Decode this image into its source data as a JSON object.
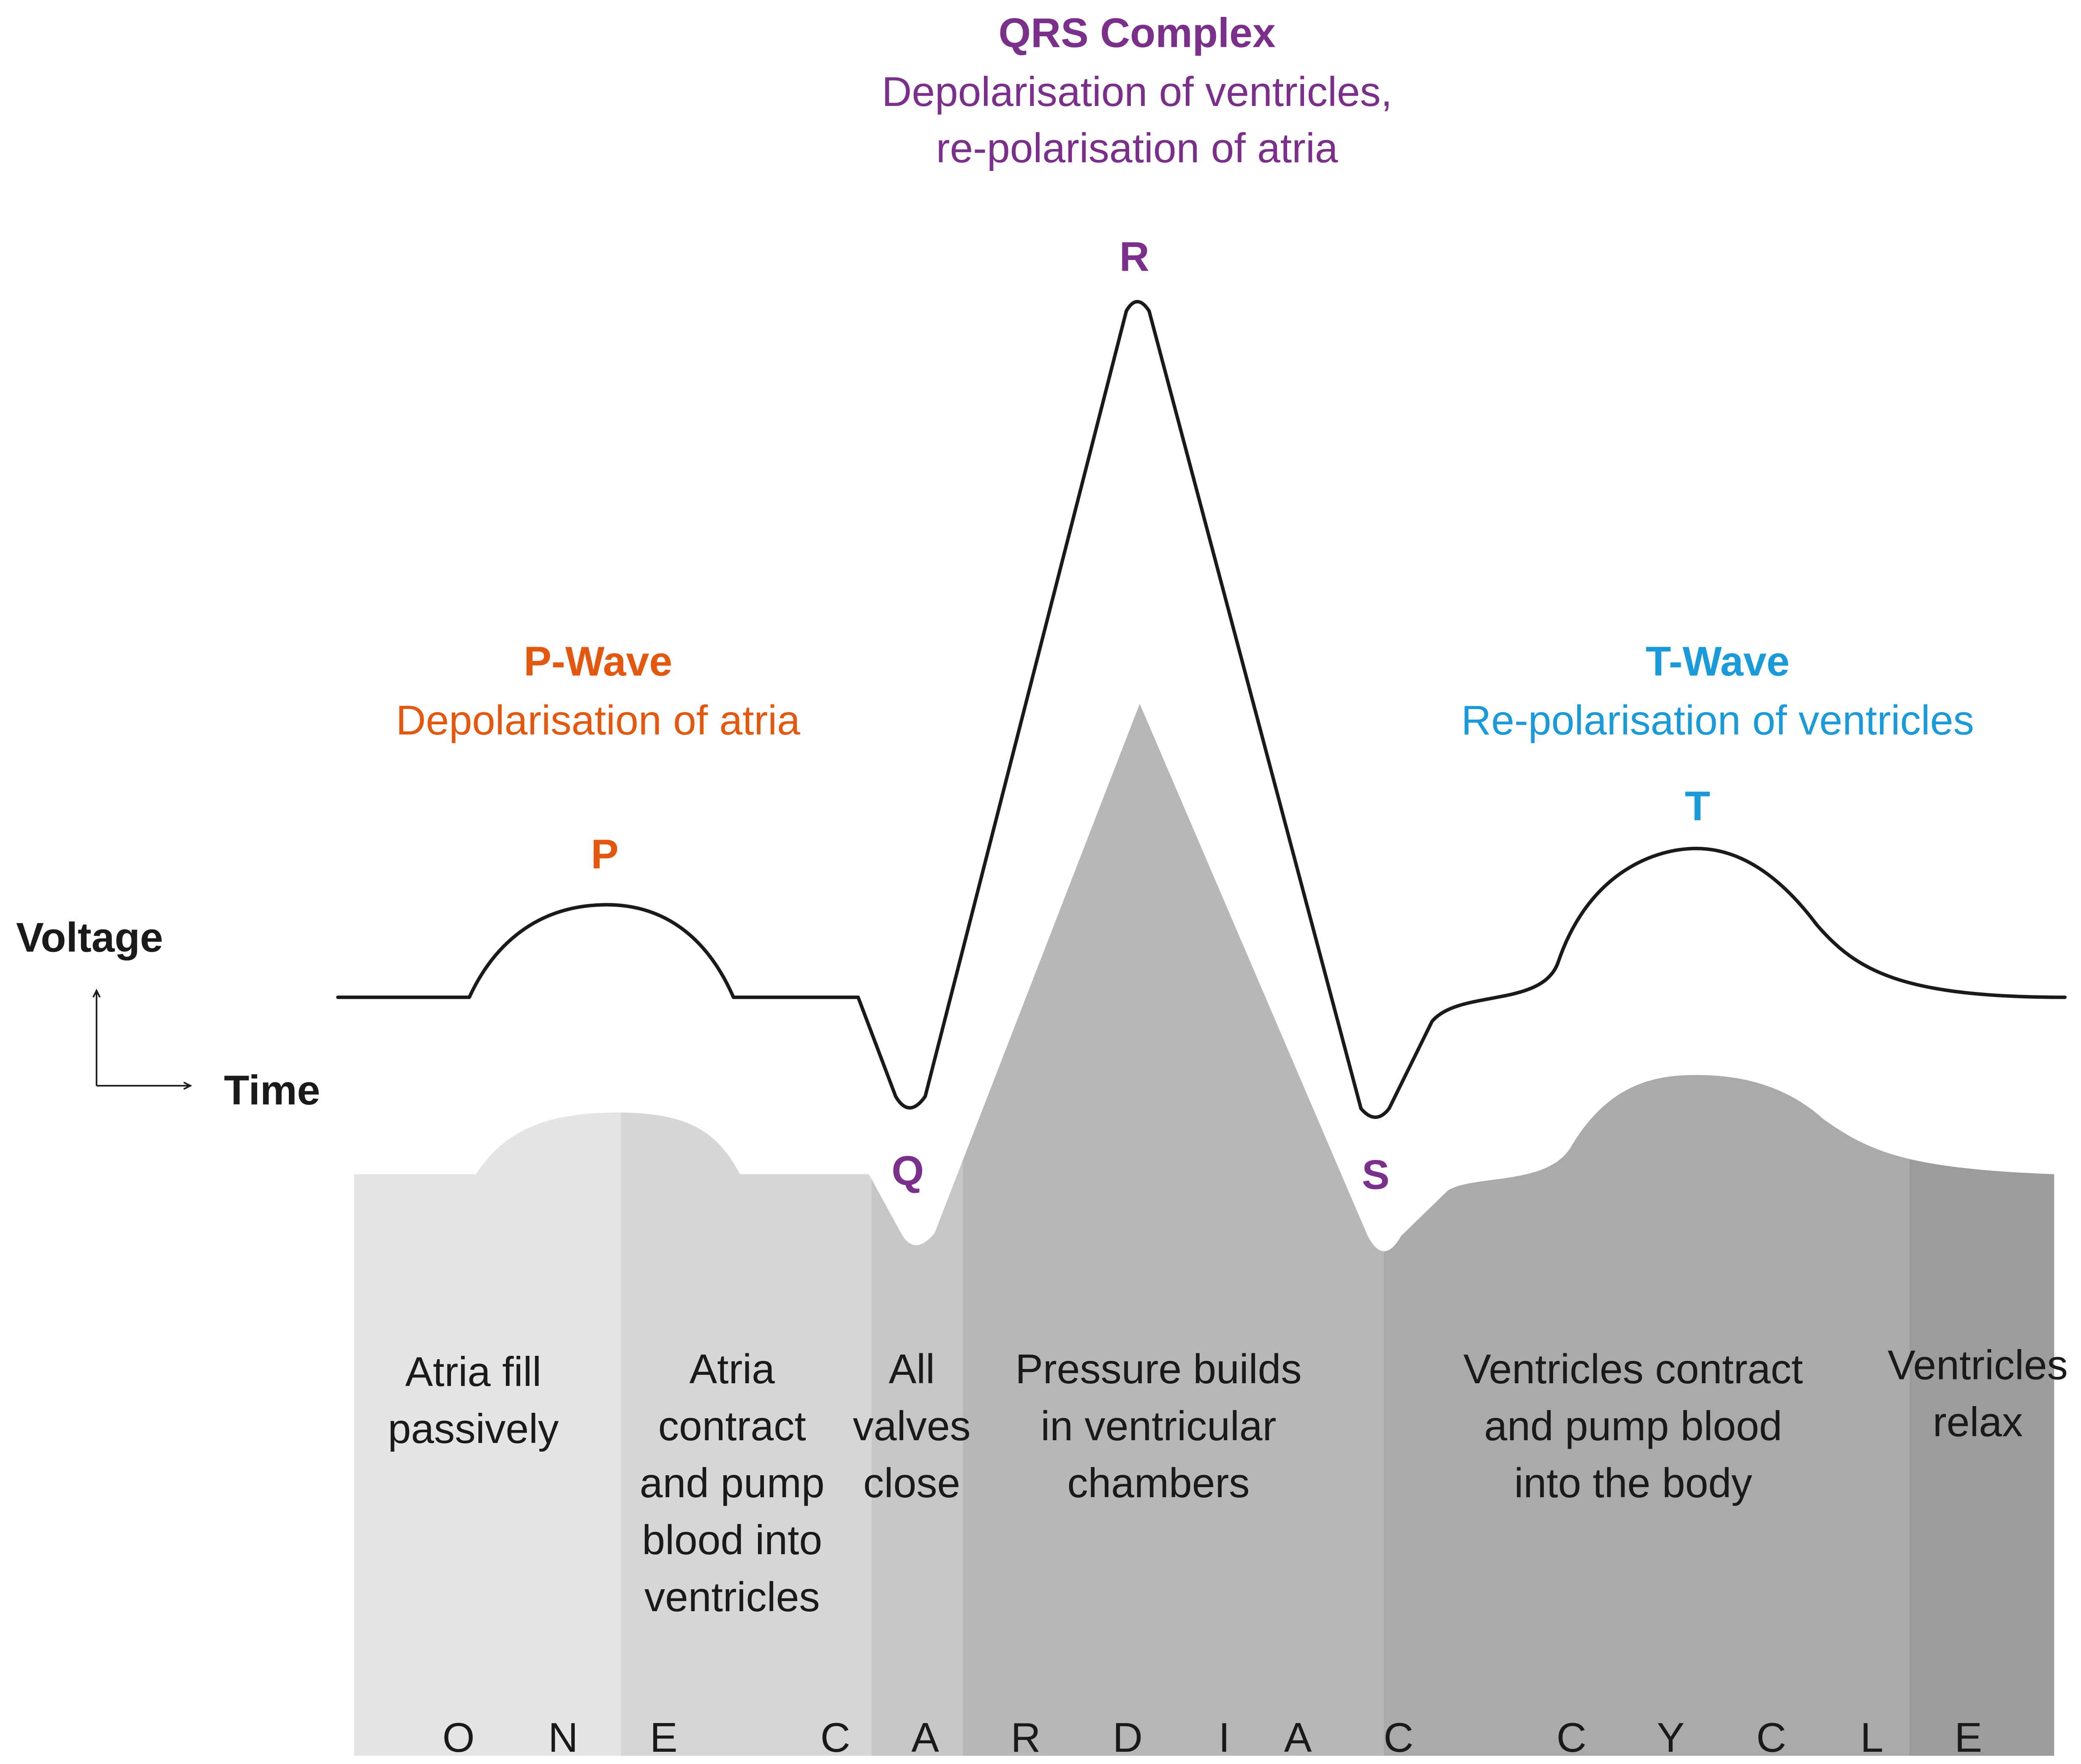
{
  "colors": {
    "qrs": "#7a2f8a",
    "p_wave": "#e4570f",
    "t_wave": "#1a9ad8",
    "line": "#1a1a1a",
    "band_1": "#e4e4e4",
    "band_2": "#d6d6d6",
    "band_3": "#c6c6c6",
    "band_4": "#b7b7b7",
    "band_5": "#aaaaaa",
    "band_6": "#9c9c9c",
    "qrs_peak_fill": "#b7b7b7",
    "t_hump_fill": "#aaaaaa"
  },
  "qrs": {
    "title": "QRS Complex",
    "desc_line1": "Depolarisation of ventricles,",
    "desc_line2": "re-polarisation of atria"
  },
  "p_wave": {
    "title": "P-Wave",
    "desc": "Depolarisation of atria"
  },
  "t_wave": {
    "title": "T-Wave",
    "desc": "Re-polarisation of ventricles"
  },
  "peaks": {
    "p": "P",
    "q": "Q",
    "r": "R",
    "s": "S",
    "t": "T"
  },
  "axes": {
    "y_label": "Voltage",
    "x_label": "Time"
  },
  "phases": [
    {
      "lines": [
        "Atria fill",
        "passively"
      ]
    },
    {
      "lines": [
        "Atria",
        "contract",
        "and pump",
        "blood into",
        "ventricles"
      ]
    },
    {
      "lines": [
        "All",
        "valves",
        "close"
      ]
    },
    {
      "lines": [
        "Pressure builds",
        "in ventricular",
        "chambers"
      ]
    },
    {
      "lines": [
        "Ventricles contract",
        "and pump blood",
        "into the body"
      ]
    },
    {
      "lines": [
        "Ventricles",
        "relax"
      ]
    }
  ],
  "cycle_letters": [
    "O",
    "N",
    "E",
    "C",
    "A",
    "R",
    "D",
    "I",
    "A",
    "C",
    "C",
    "Y",
    "C",
    "L",
    "E"
  ]
}
